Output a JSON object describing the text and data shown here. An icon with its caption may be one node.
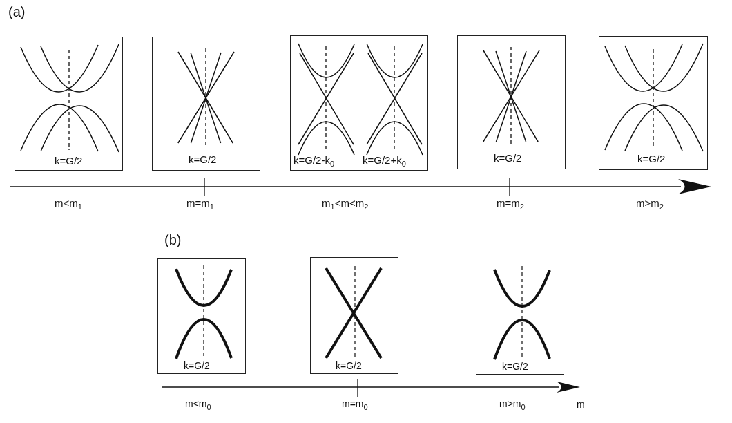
{
  "diagram": {
    "nodes": [
      {
        "text": [
          "k=G/2"
        ]
      },
      {
        "text": [
          "k=G/2"
        ]
      },
      {
        "text": [
          "k=G/2-k$_{0}$",
          "k=G/2+k$_{0}$"
        ]
      },
      {
        "text": [
          "k=G/2"
        ]
      },
      {
        "text": [
          "k=G/2"
        ]
      },
      {
        "text": [
          "k=G/2"
        ]
      },
      {
        "text": [
          "k=G/2"
        ]
      },
      {
        "text": [
          "k=G/2"
        ]
      }
    ],
    "labels": [
      "(a)",
      "m<m$_{1}$",
      "m=m$_{1}$",
      "m$_{1}$<m<m$_{2}$",
      "m=m$_{2}$",
      "m>m$_{2}$",
      "(b)",
      "m<m$_{0}$",
      "m=m$_{0}$",
      "m>m$_{0}$",
      "m"
    ]
  }
}
